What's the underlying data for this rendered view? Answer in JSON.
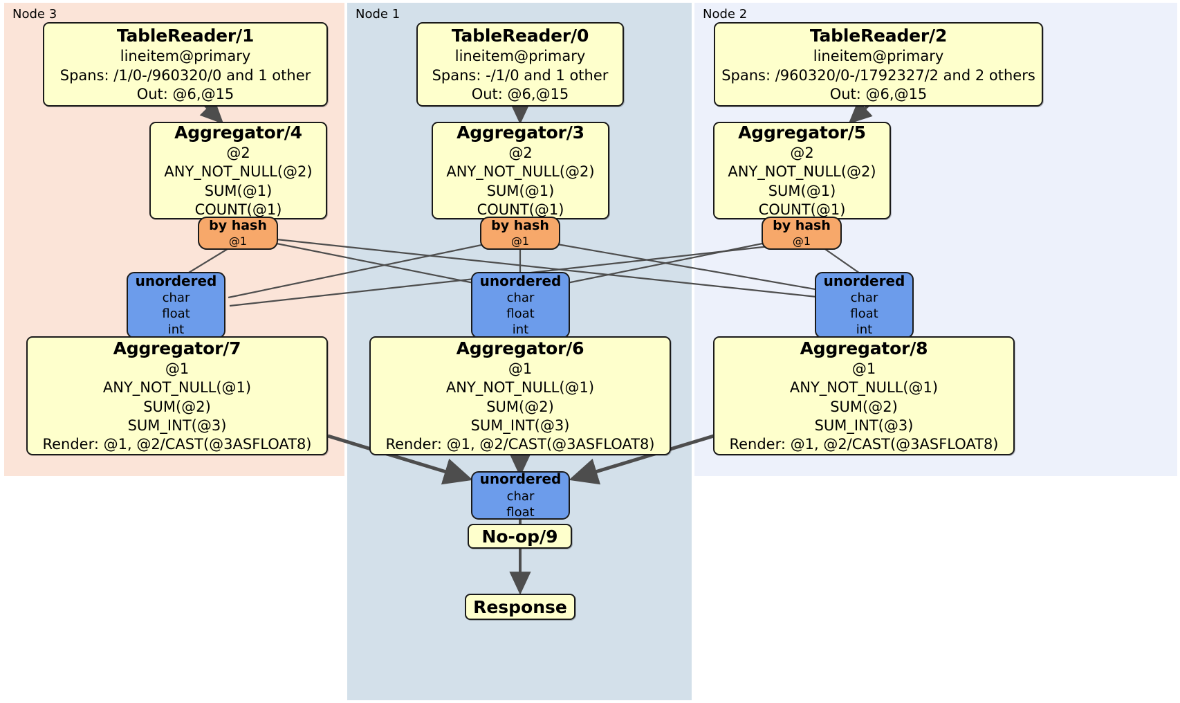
{
  "diagram": {
    "type": "distributed-query-plan",
    "colors": {
      "node3_panel": "#fbe4d8",
      "node1_panel": "#d3e0ea",
      "node2_panel": "#edf1fb",
      "processor_box": "#feffcc",
      "router_box": "#f7a86a",
      "receiver_box": "#6c9ceb",
      "edge": "#4d4d4d",
      "border": "#1a1a1a"
    }
  },
  "panels": [
    {
      "id": "node3",
      "label": "Node 3"
    },
    {
      "id": "node1",
      "label": "Node 1"
    },
    {
      "id": "node2",
      "label": "Node 2"
    }
  ],
  "table_readers": [
    {
      "id": "tr1",
      "node": "node3",
      "title": "TableReader/1",
      "table": "lineitem@primary",
      "spans": "Spans: /1/0-/960320/0 and 1 other",
      "out": "Out: @6,@15"
    },
    {
      "id": "tr0",
      "node": "node1",
      "title": "TableReader/0",
      "table": "lineitem@primary",
      "spans": "Spans: -/1/0 and 1 other",
      "out": "Out: @6,@15"
    },
    {
      "id": "tr2",
      "node": "node2",
      "title": "TableReader/2",
      "table": "lineitem@primary",
      "spans": "Spans: /960320/0-/1792327/2 and 2 others",
      "out": "Out: @6,@15"
    }
  ],
  "local_aggregators": [
    {
      "id": "agg4",
      "node": "node3",
      "title": "Aggregator/4",
      "group": "@2",
      "funcs": [
        "ANY_NOT_NULL(@2)",
        "SUM(@1)",
        "COUNT(@1)"
      ]
    },
    {
      "id": "agg3",
      "node": "node1",
      "title": "Aggregator/3",
      "group": "@2",
      "funcs": [
        "ANY_NOT_NULL(@2)",
        "SUM(@1)",
        "COUNT(@1)"
      ]
    },
    {
      "id": "agg5",
      "node": "node2",
      "title": "Aggregator/5",
      "group": "@2",
      "funcs": [
        "ANY_NOT_NULL(@2)",
        "SUM(@1)",
        "COUNT(@1)"
      ]
    }
  ],
  "routers": [
    {
      "id": "hash4",
      "node": "node3",
      "title": "by hash",
      "column": "@1"
    },
    {
      "id": "hash3",
      "node": "node1",
      "title": "by hash",
      "column": "@1"
    },
    {
      "id": "hash5",
      "node": "node2",
      "title": "by hash",
      "column": "@1"
    }
  ],
  "receivers": [
    {
      "id": "recv7",
      "node": "node3",
      "title": "unordered",
      "types": [
        "char",
        "float",
        "int"
      ]
    },
    {
      "id": "recv6",
      "node": "node1",
      "title": "unordered",
      "types": [
        "char",
        "float",
        "int"
      ]
    },
    {
      "id": "recv8",
      "node": "node2",
      "title": "unordered",
      "types": [
        "char",
        "float",
        "int"
      ]
    }
  ],
  "final_aggregators": [
    {
      "id": "agg7",
      "node": "node3",
      "title": "Aggregator/7",
      "group": "@1",
      "funcs": [
        "ANY_NOT_NULL(@1)",
        "SUM(@2)",
        "SUM_INT(@3)"
      ],
      "render": "Render: @1, @2/CAST(@3ASFLOAT8)"
    },
    {
      "id": "agg6",
      "node": "node1",
      "title": "Aggregator/6",
      "group": "@1",
      "funcs": [
        "ANY_NOT_NULL(@1)",
        "SUM(@2)",
        "SUM_INT(@3)"
      ],
      "render": "Render: @1, @2/CAST(@3ASFLOAT8)"
    },
    {
      "id": "agg8",
      "node": "node2",
      "title": "Aggregator/8",
      "group": "@1",
      "funcs": [
        "ANY_NOT_NULL(@1)",
        "SUM(@2)",
        "SUM_INT(@3)"
      ],
      "render": "Render: @1, @2/CAST(@3ASFLOAT8)"
    }
  ],
  "final_receiver": {
    "id": "recv9",
    "node": "node1",
    "title": "unordered",
    "types": [
      "char",
      "float"
    ]
  },
  "noop": {
    "id": "noop9",
    "node": "node1",
    "label": "No-op/9"
  },
  "response": {
    "id": "response",
    "node": "node1",
    "label": "Response"
  }
}
